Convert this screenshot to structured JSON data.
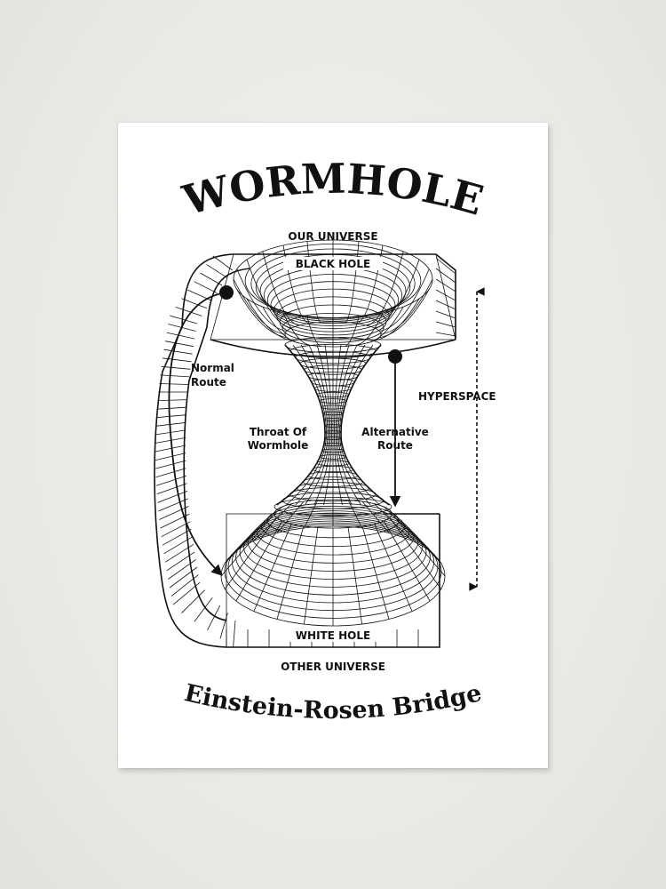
{
  "title": "WORMHOLE",
  "subtitle": "Einstein-Rosen Bridge",
  "labels": {
    "our_universe": "OUR UNIVERSE",
    "black_hole": "BLACK HOLE",
    "normal_route_1": "Normal",
    "normal_route_2": "Route",
    "throat_1": "Throat Of",
    "throat_2": "Wormhole",
    "alternative_1": "Alternative",
    "alternative_2": "Route",
    "hyperspace": "HYPERSPACE",
    "white_hole": "WHITE HOLE",
    "other_universe": "OTHER UNIVERSE"
  },
  "colors": {
    "ink": "#111111",
    "paper": "#ffffff",
    "wall": "#ecebe8"
  }
}
